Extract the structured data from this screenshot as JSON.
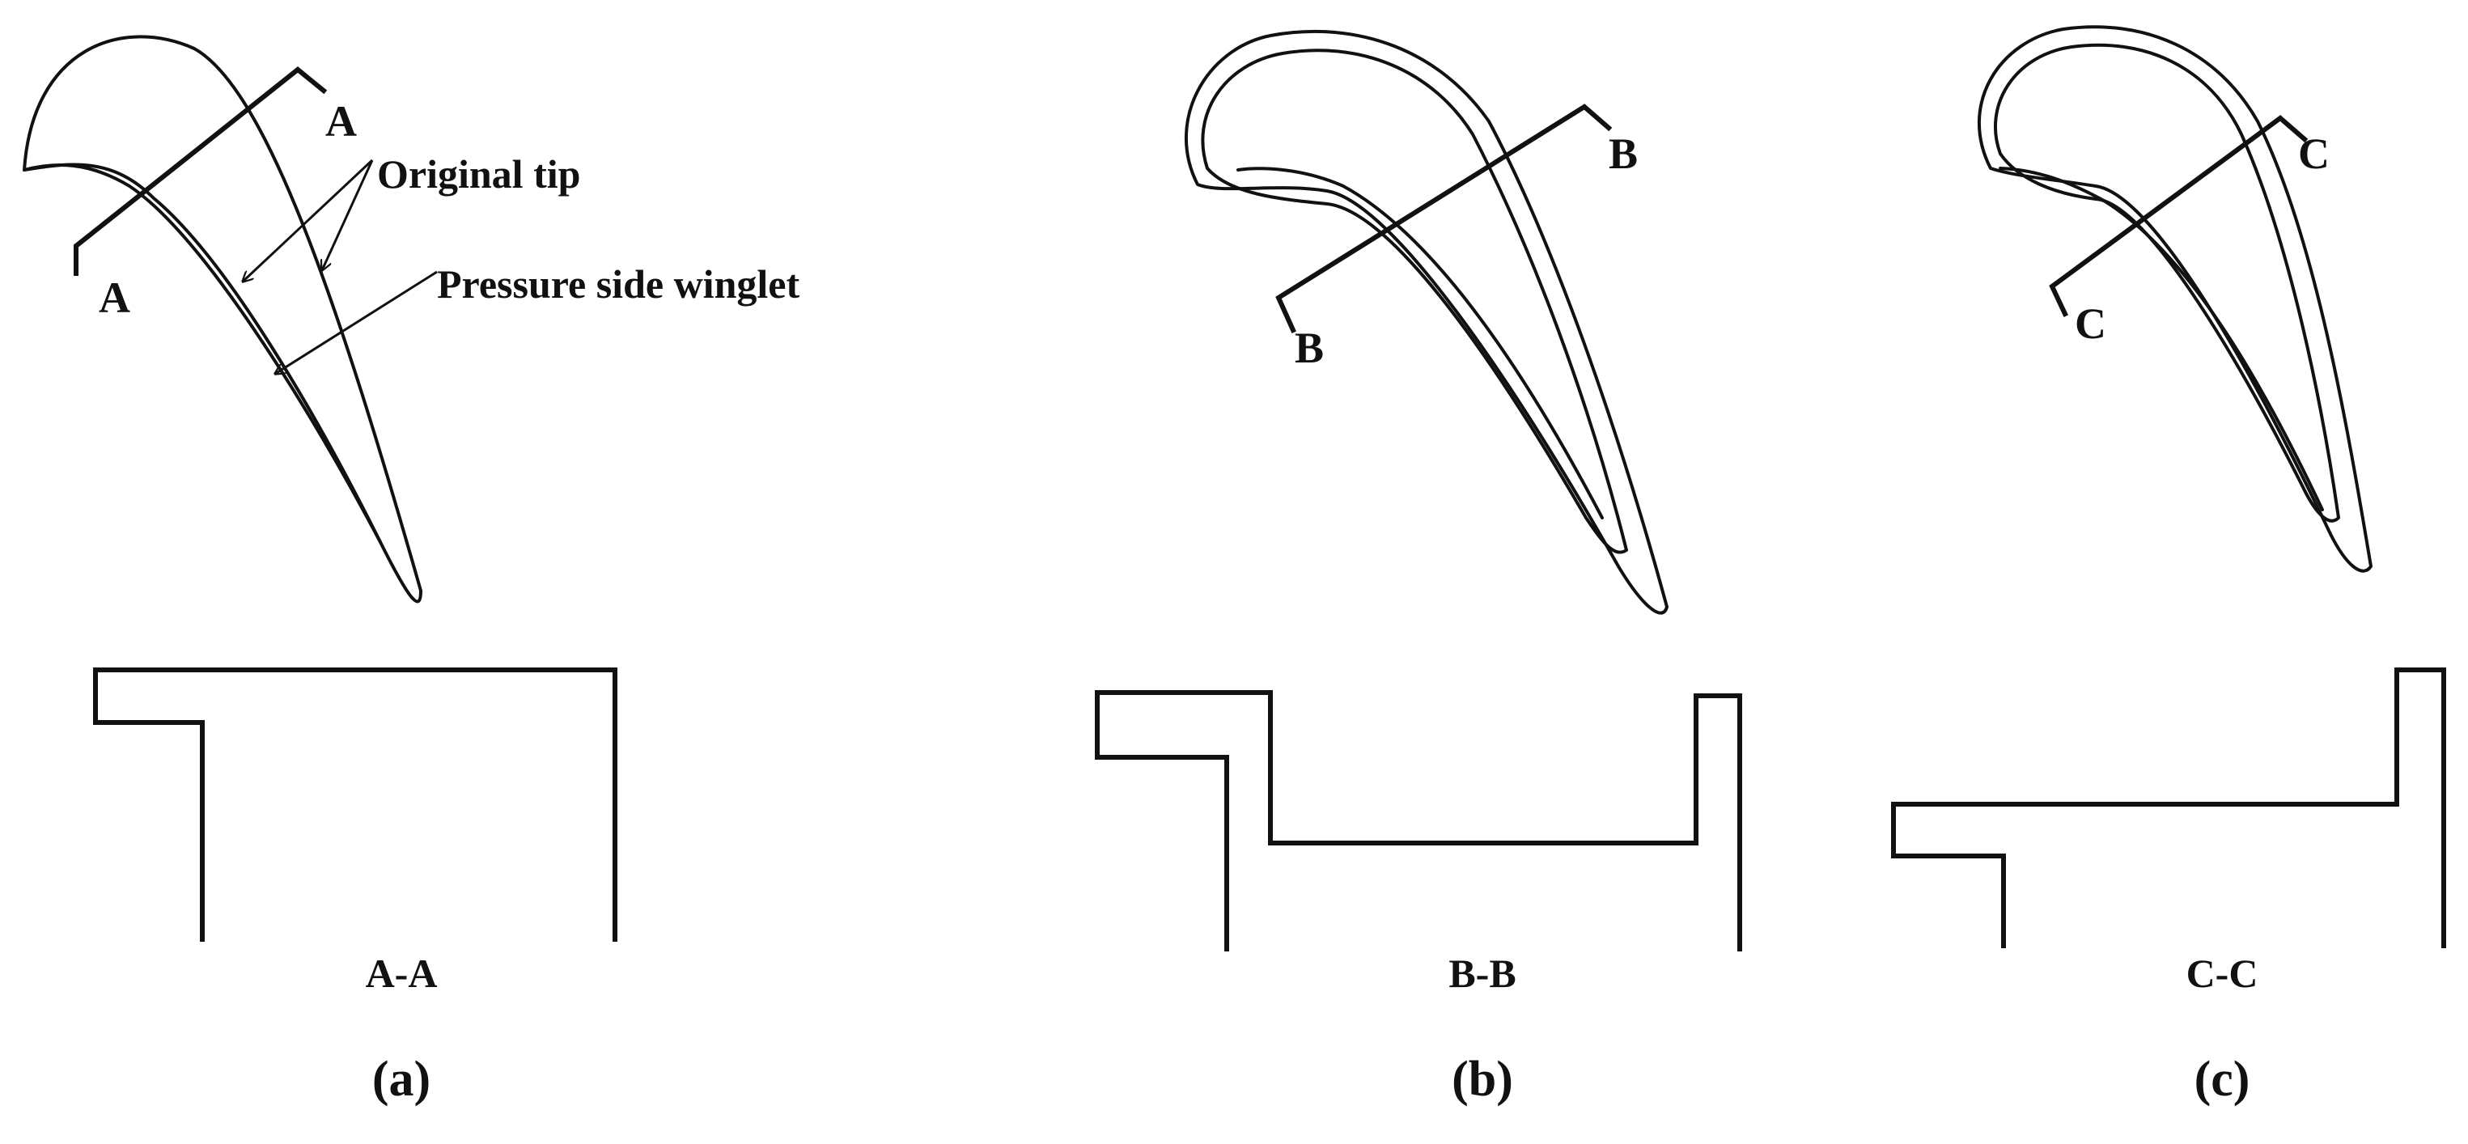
{
  "panels": [
    {
      "id": "a",
      "panel_label": "(a)",
      "cut_letter": "A",
      "section_label": "A-A",
      "annotations": {
        "original_tip": "Original tip",
        "pressure_side_winglet": "Pressure side winglet"
      }
    },
    {
      "id": "b",
      "panel_label": "(b)",
      "cut_letter": "B",
      "section_label": "B-B"
    },
    {
      "id": "c",
      "panel_label": "(c)",
      "cut_letter": "C",
      "section_label": "C-C"
    }
  ],
  "colors": {
    "line": "#111111",
    "background": "#ffffff"
  }
}
